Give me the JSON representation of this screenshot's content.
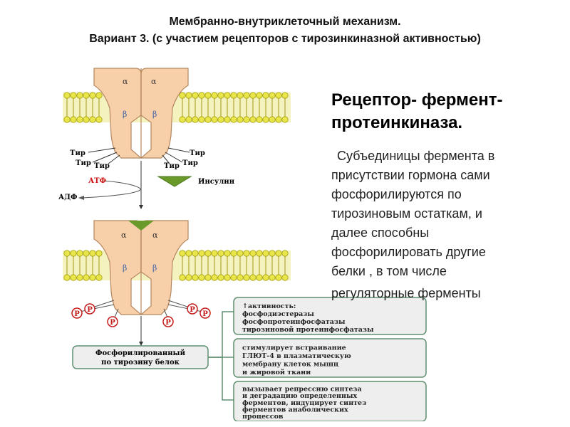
{
  "header": {
    "title": "Мембранно-внутриклеточный механизм.",
    "subtitle": "Вариант 3. (с участием рецепторов с тирозинкиназной активностью)"
  },
  "side_text": {
    "heading_line1": "Рецептор- фермент-",
    "heading_line2": "протеинкиназа.",
    "body_lines": [
      "Субъединицы фермента в",
      "присутствии гормона сами",
      "фосфорилируются по",
      "тирозиновым остаткам, и",
      "далее способны",
      "фосфорилировать другие",
      "белки , в том числе",
      "регуляторные ферменты"
    ]
  },
  "diagram": {
    "alpha_label": "α",
    "beta_label": "β",
    "tyr_label": "Тир",
    "atp_label": "АТФ",
    "adp_label": "АДФ",
    "insulin_label": "Инсулин",
    "phospho_label": "P",
    "protein_box_line1": "Фосфорилированный",
    "protein_box_line2": "по тирозину белок",
    "effect_boxes": [
      [
        "↑активность:",
        "фосфодиэстеразы",
        "фосфопротеинфосфатазы",
        "тирозиновой протеинфосфатазы"
      ],
      [
        "стимулирует встраивание",
        "ГЛЮТ-4 в плазматическую",
        "мембрану клеток мышц",
        "и жировой ткани"
      ],
      [
        "вызывает репрессию синтеза",
        "и деградацию определенных",
        "ферментов, индуцирует синтез",
        "ферментов анаболических",
        "процессов"
      ]
    ]
  },
  "colors": {
    "receptor_fill": "#f7cfa8",
    "receptor_stroke": "#b5875e",
    "membrane_yellow": "#e8e64a",
    "insulin_green": "#6a9a2a",
    "atp_red": "#cc1111",
    "phospho_red": "#c41a1a",
    "box_fill": "#eeeeee",
    "box_stroke": "#5f8f6f"
  }
}
